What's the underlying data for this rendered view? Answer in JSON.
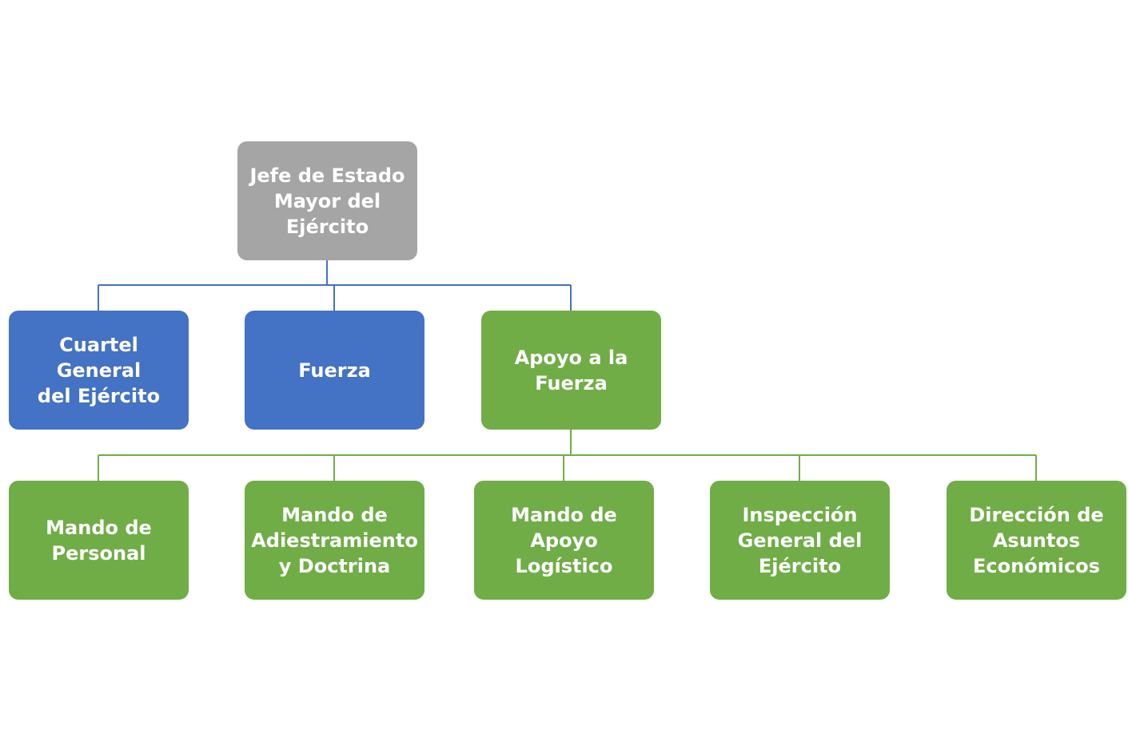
{
  "colors": {
    "root": "#a5a5a5",
    "blue": "#4472c4",
    "green": "#70ad47",
    "connector_blue": "#4472c4",
    "connector_green": "#70ad47"
  },
  "org": {
    "root": {
      "label": "Jefe de Estado\nMayor del\nEjército"
    },
    "level1": [
      {
        "label": "Cuartel General\ndel Ejército"
      },
      {
        "label": "Fuerza"
      },
      {
        "label": "Apoyo a la\nFuerza"
      }
    ],
    "level2": [
      {
        "label": "Mando de\nPersonal"
      },
      {
        "label": "Mando de\nAdiestramiento\ny Doctrina"
      },
      {
        "label": "Mando de\nApoyo Logístico"
      },
      {
        "label": "Inspección\nGeneral del\nEjército"
      },
      {
        "label": "Dirección de\nAsuntos\nEconómicos"
      }
    ]
  }
}
